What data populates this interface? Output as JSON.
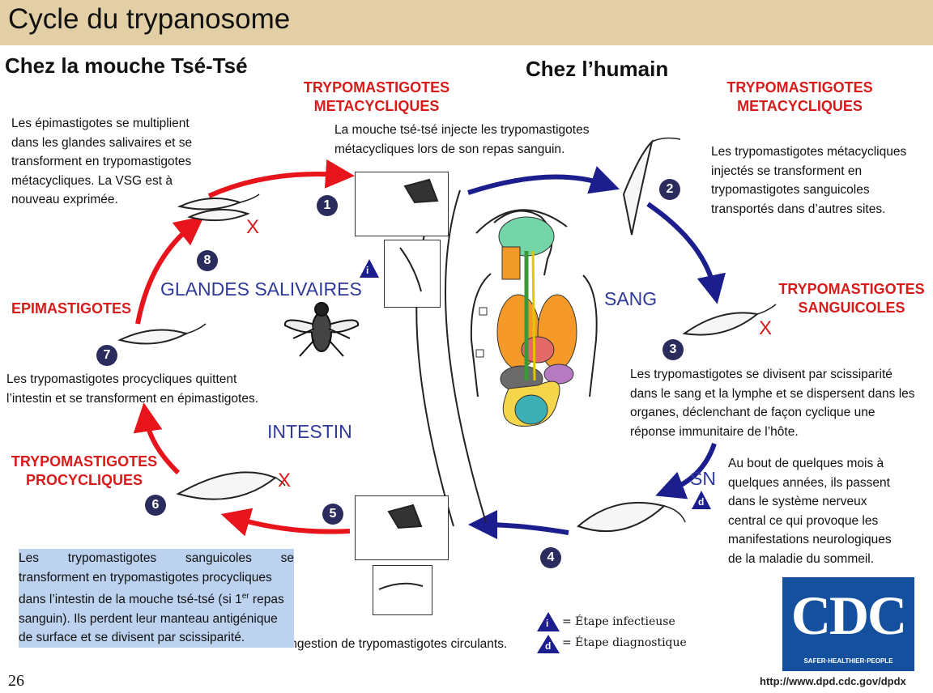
{
  "title": "Cycle du trypanosome",
  "headings": {
    "fly": "Chez la mouche Tsé-Tsé",
    "human": "Chez l’humain"
  },
  "stage_labels": {
    "metacyclic_top": [
      "TRYPOMASTIGOTES",
      "METACYCLIQUES"
    ],
    "metacyclic_right": [
      "TRYPOMASTIGOTES",
      "METACYCLIQUES"
    ],
    "bloodstream": [
      "TRYPOMASTIGOTES",
      "SANGUICOLES"
    ],
    "epimastigotes": "EPIMASTIGOTES",
    "procyclic": [
      "TRYPOMASTIGOTES",
      "PROCYCLIQUES"
    ]
  },
  "location_labels": {
    "salivary": "GLANDES SALIVAIRES",
    "blood": "SANG",
    "intestine": "INTESTIN",
    "cns": "SN"
  },
  "descriptions": {
    "step8": [
      "Les épimastigotes se multiplient",
      "dans les glandes salivaires et se",
      "transforment en trypomastigotes",
      "métacycliques. La VSG est à",
      "nouveau exprimée."
    ],
    "step1": [
      "La mouche tsé-tsé injecte les trypomastigotes",
      "métacycliques lors de son repas sanguin."
    ],
    "step2": [
      "Les trypomastigotes métacycliques",
      "injectés se transforment en",
      "trypomastigotes sanguicoles",
      "transportés dans d’autres sites."
    ],
    "step3": [
      "Les trypomastigotes se divisent par scissiparité",
      "dans le sang et la lymphe et se dispersent dans les",
      "organes, déclenchant de façon cyclique une",
      "réponse immunitaire de l’hôte."
    ],
    "step4": [
      "Au bout de quelques mois à",
      "quelques années, ils passent",
      "dans le système nerveux",
      "central ce qui provoque les",
      "manifestations neurologiques",
      "de la maladie du sommeil."
    ],
    "step7": [
      "Les trypomastigotes procycliques quittent",
      "l’intestin et se transforment en épimastigotes."
    ],
    "step5": "Ingestion de trypomastigotes circulants.",
    "step6": {
      "line1": "Les trypomastigotes sanguicoles se",
      "line2": "transforment en trypomastigotes procycliques",
      "line3a": "dans l’intestin de la mouche tsé-tsé (si 1",
      "line3_sup": "er",
      "line3b": " repas",
      "line4": "sanguin). Ils perdent leur manteau antigénique",
      "line5": "de surface et se divisent par scissiparité."
    }
  },
  "step_numbers": [
    "1",
    "2",
    "3",
    "4",
    "5",
    "6",
    "7",
    "8"
  ],
  "x_mark": "X",
  "legend": {
    "infective_letter": "i",
    "infective": "= Étape infectieuse",
    "diagnostic_letter": "d",
    "diagnostic": "= Étape diagnostique"
  },
  "cdc": {
    "logo": "CDC",
    "tagline": "SAFER·HEALTHIER·PEOPLE",
    "url": "http://www.dpd.cdc.gov/dpdx"
  },
  "page_number": "26",
  "colors": {
    "title_bg": "#e2cfa5",
    "red_arrow": "#e8141b",
    "blue_arrow": "#1b1e8c",
    "label_red": "#d71b1b",
    "label_blue": "#2f3a9a",
    "highlight": "#bcd2ee",
    "cdc_blue": "#14509e"
  }
}
